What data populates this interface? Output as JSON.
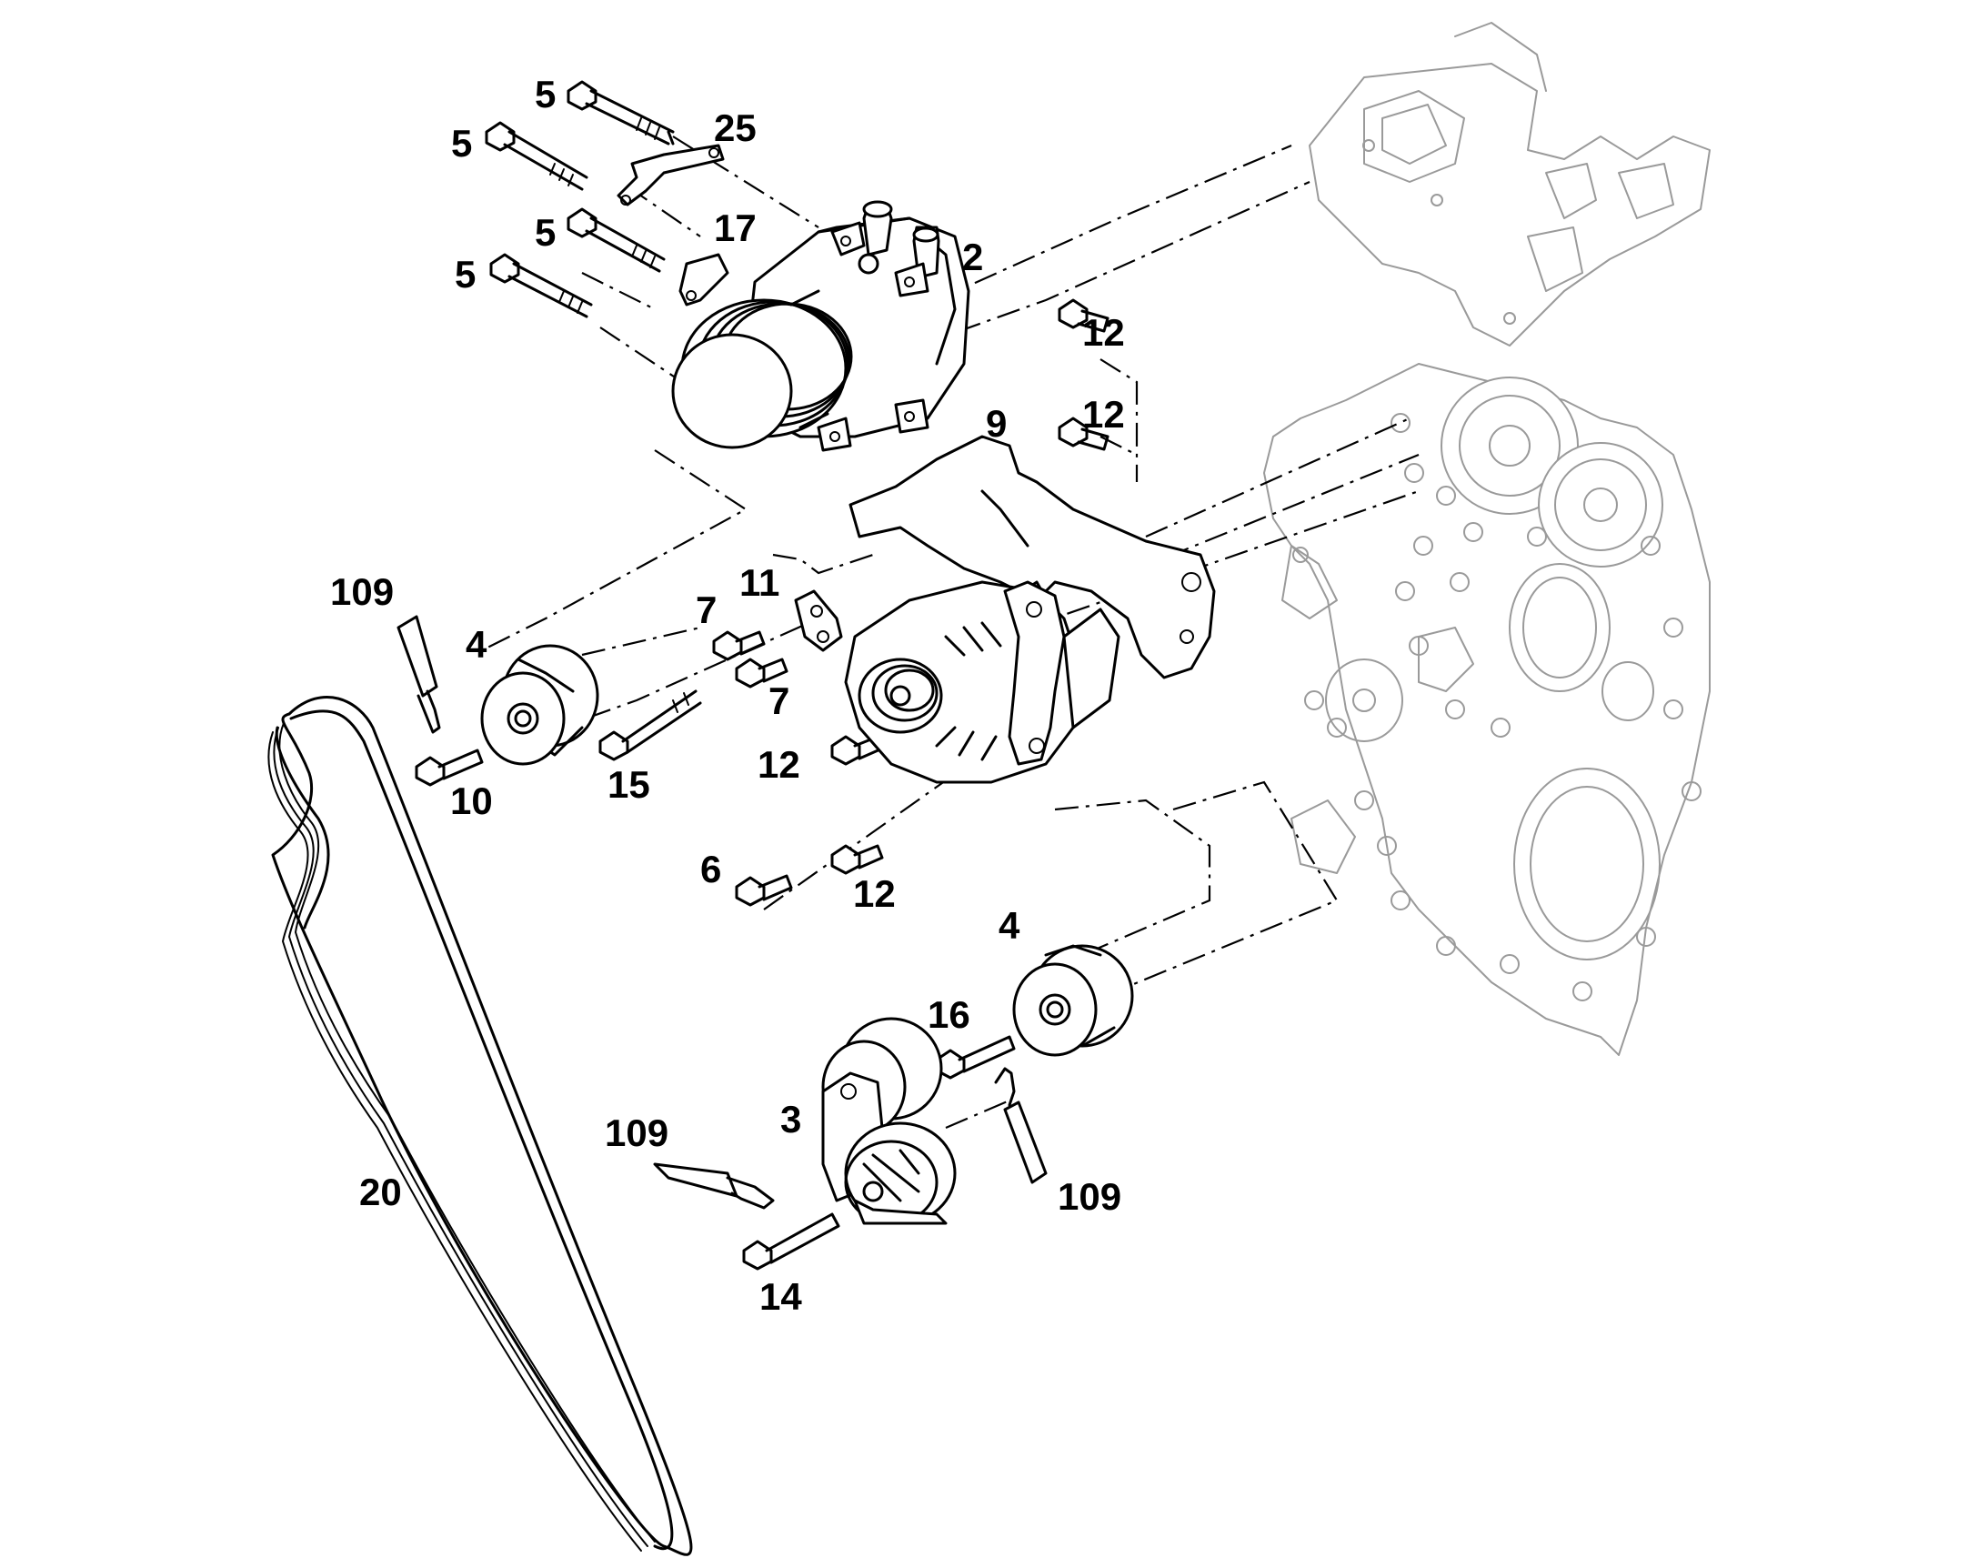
{
  "callouts": {
    "c_5a": "5",
    "c_5b": "5",
    "c_5c": "5",
    "c_5d": "5",
    "c_25": "25",
    "c_17": "17",
    "c_2": "2",
    "c_12a": "12",
    "c_12b": "12",
    "c_12c": "12",
    "c_12d": "12",
    "c_9": "9",
    "c_11": "11",
    "c_7a": "7",
    "c_7b": "7",
    "c_109a": "109",
    "c_109b": "109",
    "c_109c": "109",
    "c_4a": "4",
    "c_4b": "4",
    "c_10": "10",
    "c_15": "15",
    "c_6": "6",
    "c_16": "16",
    "c_3": "3",
    "c_14": "14",
    "c_20": "20"
  }
}
